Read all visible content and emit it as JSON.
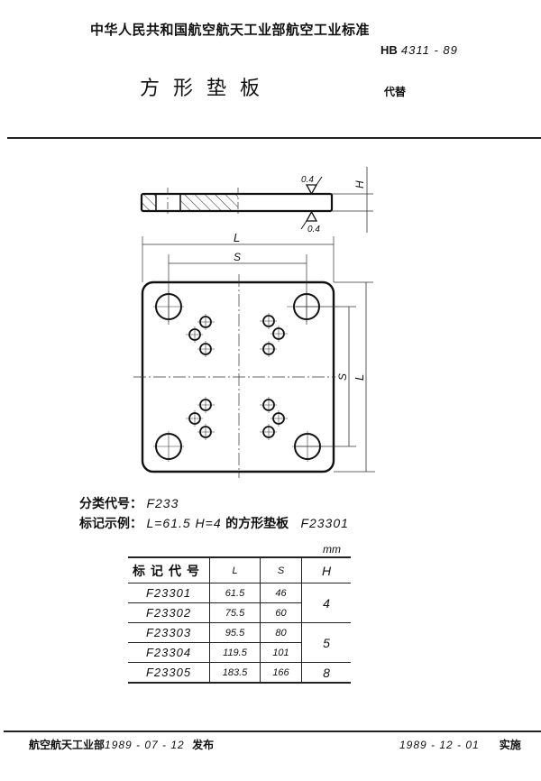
{
  "header": {
    "organization": "中华人民共和国航空航天工业部航空工业标准",
    "standard_prefix": "HB",
    "standard_number": "4311 - 89",
    "title": "方形垫板",
    "replaces_label": "代替"
  },
  "drawing": {
    "side_view": {
      "roughness_top": "0.4",
      "roughness_bottom": "0.4",
      "thickness_label": "H"
    },
    "front_view": {
      "length_label": "L",
      "spacing_label": "S",
      "vertical_spacing_label": "S",
      "vertical_length_label": "L"
    }
  },
  "info": {
    "classification_label": "分类代号：",
    "classification_value": "F233",
    "example_label": "标记示例：",
    "example_value": "L=61.5  H=4",
    "example_desc": "的方形垫板",
    "example_code": "F23301"
  },
  "table": {
    "unit": "mm",
    "headers": [
      "标记代号",
      "L",
      "S",
      "H"
    ],
    "rows": [
      {
        "code": "F23301",
        "L": "61.5",
        "S": "46",
        "H": "4"
      },
      {
        "code": "F23302",
        "L": "75.5",
        "S": "60",
        "H": "4"
      },
      {
        "code": "F23303",
        "L": "95.5",
        "S": "80",
        "H": "5"
      },
      {
        "code": "F23304",
        "L": "119.5",
        "S": "101",
        "H": "5"
      },
      {
        "code": "F23305",
        "L": "183.5",
        "S": "166",
        "H": "8"
      }
    ],
    "h_groups": [
      "4",
      "5",
      "8"
    ]
  },
  "footer": {
    "issuer": "航空航天工业部",
    "issue_date": "1989 - 07 - 12",
    "issue_label": "发布",
    "effective_date": "1989 - 12 - 01",
    "effective_label": "实施"
  }
}
